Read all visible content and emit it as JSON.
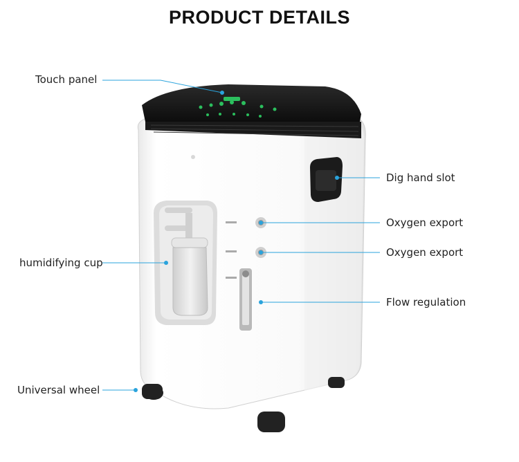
{
  "title": "PRODUCT DETAILS",
  "accent_color": "#2aa3dc",
  "callouts": {
    "touch_panel": "Touch panel",
    "dig_hand_slot": "Dig hand slot",
    "oxygen_export_1": "Oxygen export",
    "oxygen_export_2": "Oxygen export",
    "humidifying_cup": "humidifying cup",
    "flow_regulation": "Flow regulation",
    "universal_wheel": "Universal wheel"
  }
}
